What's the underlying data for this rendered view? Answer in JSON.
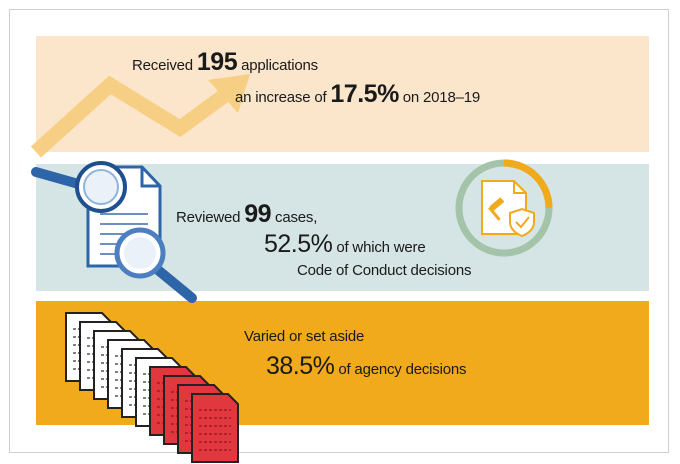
{
  "panels": {
    "applications": {
      "prefix": "Received",
      "value": "195",
      "suffix": "applications",
      "line2_prefix": "an increase of",
      "change": "17.5%",
      "line2_suffix": "on 2018–19",
      "icon": "upward-trend-arrow-icon",
      "color": "#fbe6cc"
    },
    "reviews": {
      "prefix": "Reviewed",
      "value": "99",
      "suffix": "cases,",
      "share": "52.5%",
      "share_suffix": "of which were",
      "line3": "Code of Conduct decisions",
      "icons": [
        "document-search-icon",
        "gavel-shield-document-icon"
      ],
      "color": "#d5e4e4"
    },
    "outcomes": {
      "line1": "Varied or set aside",
      "share": "38.5%",
      "share_suffix": "of agency decisions",
      "icon": "document-stack-icon",
      "color": "#f0aa1c"
    }
  }
}
